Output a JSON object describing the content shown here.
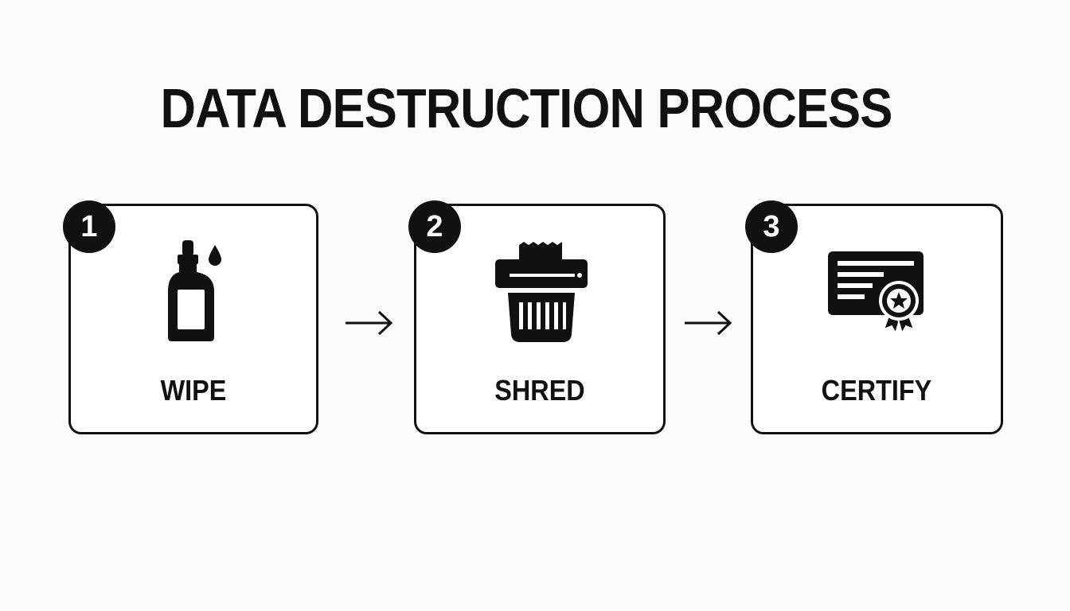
{
  "title": "DATA DESTRUCTION PROCESS",
  "steps": [
    {
      "number": "1",
      "label": "WIPE",
      "icon": "bottle-drop-icon"
    },
    {
      "number": "2",
      "label": "SHRED",
      "icon": "shredder-icon"
    },
    {
      "number": "3",
      "label": "CERTIFY",
      "icon": "certificate-icon"
    }
  ],
  "colors": {
    "background": "#fbfbfb",
    "ink": "#111111",
    "badge_text": "#ffffff"
  }
}
